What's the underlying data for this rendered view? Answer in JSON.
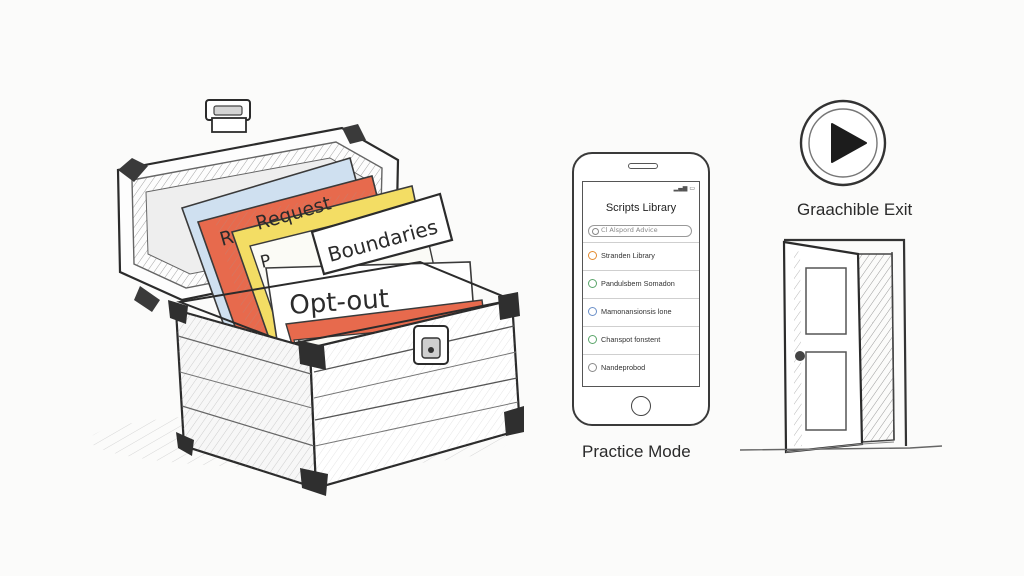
{
  "box_cards": {
    "card_1": "Request",
    "card_2": "Boundaries",
    "card_3": "Opt-out",
    "peek_1": "R",
    "peek_2": "P"
  },
  "phone": {
    "screen_title": "Scripts Library",
    "search_text": "Cl Alspord Advice",
    "items": [
      {
        "label": "Stranden Library",
        "icon": "orange-circle-icon",
        "color": "#e38a2e"
      },
      {
        "label": "Pandulsbem Somadon",
        "icon": "green-circle-icon",
        "color": "#5aa56a"
      },
      {
        "label": "Mamonansionsis lone",
        "icon": "blue-circle-icon",
        "color": "#6a8fc8"
      },
      {
        "label": "Chanspot fonstent",
        "icon": "green-circle-icon",
        "color": "#5aa56a"
      },
      {
        "label": "Nandeprobod",
        "icon": "gray-circle-icon",
        "color": "#8a8a8a"
      }
    ],
    "caption": "Practice Mode"
  },
  "exit": {
    "caption": "Graachible Exit"
  },
  "colors": {
    "card_red": "#e76a4d",
    "card_yellow": "#f1d85a",
    "card_blue": "#bcd4ec",
    "card_green": "#cfe3b8",
    "ink": "#2b2b2b"
  }
}
